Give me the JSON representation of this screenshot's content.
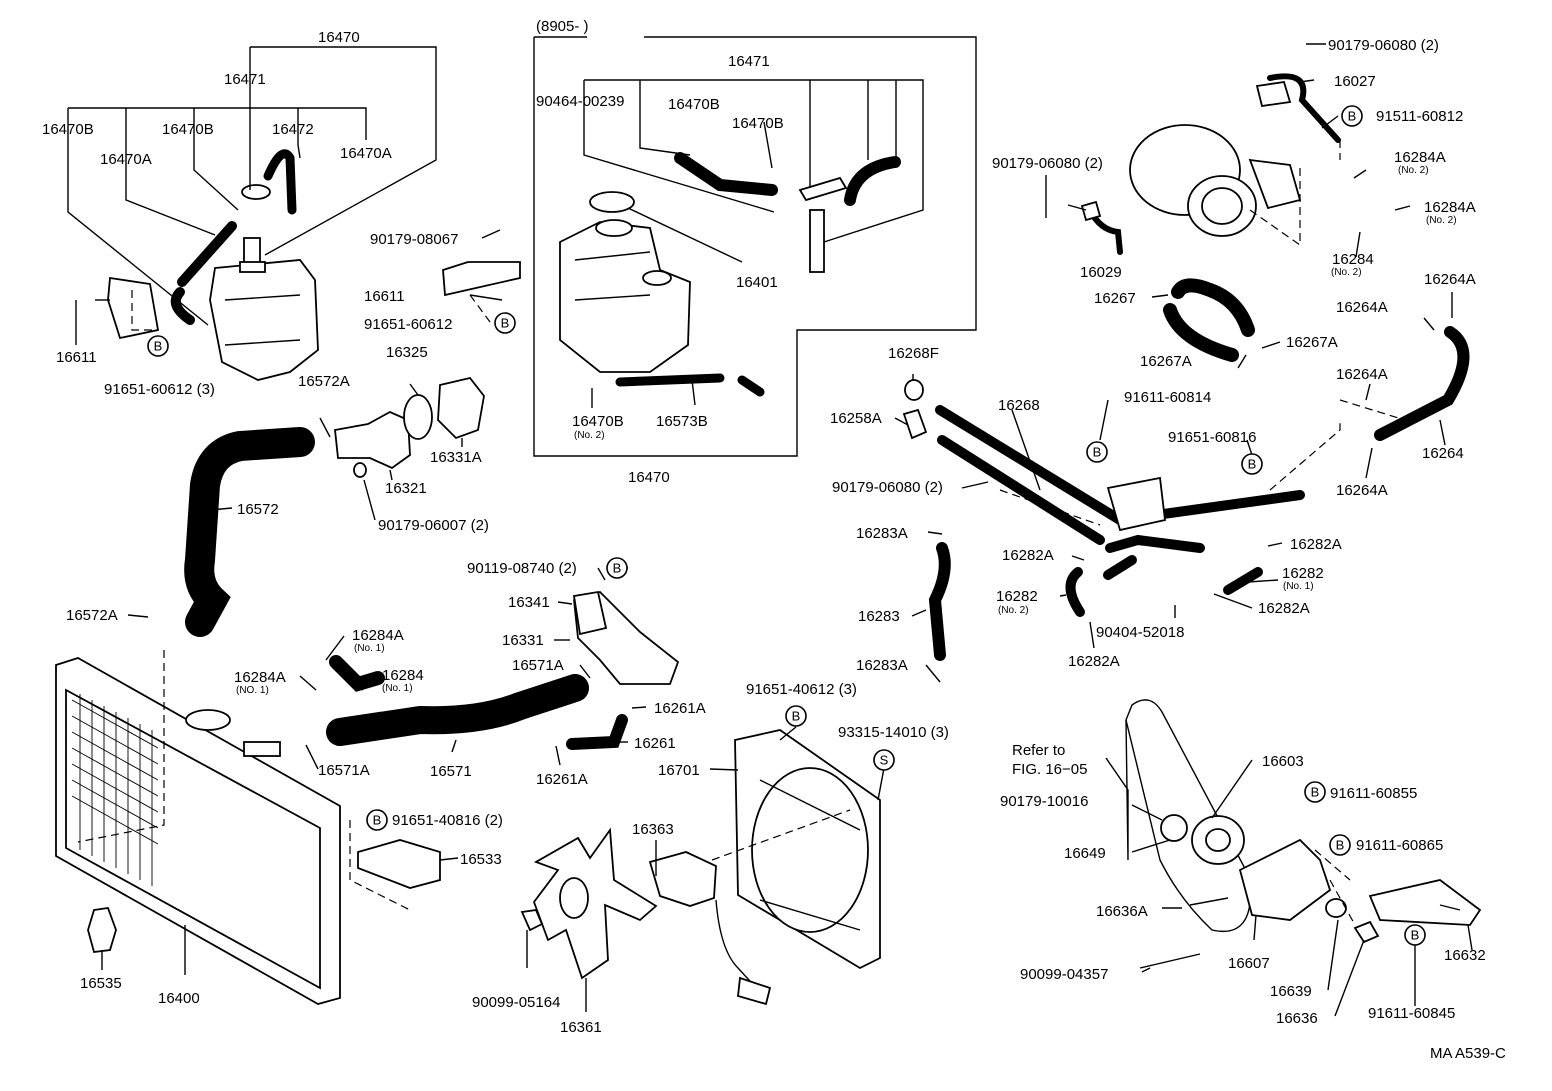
{
  "diagram": {
    "drawing_code": "MA A539-C",
    "frame_header": "(8905-        )",
    "reference_note": [
      "Refer to",
      "FIG. 16−05"
    ],
    "markers": {
      "b": "B",
      "s": "S"
    },
    "labels": {
      "l16470_top": "16470",
      "l16471_a": "16471",
      "l16470b_a": "16470B",
      "l16470b_b": "16470B",
      "l16472": "16472",
      "l16470a_a": "16470A",
      "l16470a_b": "16470A",
      "l16611_a": "16611",
      "l91651_60612_3": "91651-60612 (3)",
      "l90179_08067": "90179-08067",
      "l16611_b": "16611",
      "l91651_60612": "91651-60612",
      "l16325": "16325",
      "l16572a_a": "16572A",
      "l16331a": "16331A",
      "l16321": "16321",
      "l90179_06007": "90179-06007 (2)",
      "l16572": "16572",
      "l16572a_b": "16572A",
      "l16471_b": "16471",
      "l90464": "90464-00239",
      "l16470b_c": "16470B",
      "l16470b_d": "16470B",
      "l16401": "16401",
      "l16470b_e": "16470B",
      "no2_a": "(No. 2)",
      "l16573b": "16573B",
      "l16470_bottom": "16470",
      "l90179_06080_a": "90179-06080 (2)",
      "l16027": "16027",
      "l91511": "91511-60812",
      "l90179_06080_b": "90179-06080 (2)",
      "l16284a_a": "16284A",
      "no2_b": "(No. 2)",
      "l16284a_b": "16284A",
      "no2_c": "(No. 2)",
      "l16029": "16029",
      "l16284_top": "16284",
      "no2_d": "(No. 2)",
      "l16264a_a": "16264A",
      "l16264a_b": "16264A",
      "l16267": "16267",
      "l16267a_a": "16267A",
      "l16267a_b": "16267A",
      "l16268f": "16268F",
      "l16264a_c": "16264A",
      "l16258a": "16258A",
      "l16268": "16268",
      "l91611_60814": "91611-60814",
      "l91651_60816": "91651-60816",
      "l16264": "16264",
      "l16264a_d": "16264A",
      "l90179_06080_c": "90179-06080 (2)",
      "l16283a_a": "16283A",
      "l16282a_a": "16282A",
      "l16282a_b": "16282A",
      "l16282_a": "16282",
      "no1_a": "(No. 1)",
      "l16282_b": "16282",
      "no2_e": "(No. 2)",
      "l16282a_c": "16282A",
      "l90404": "90404-52018",
      "l16283": "16283",
      "l16282a_d": "16282A",
      "l16283a_b": "16283A",
      "l90119": "90119-08740 (2)",
      "l16341": "16341",
      "l16331": "16331",
      "l16571a_a": "16571A",
      "l16284a_c": "16284A",
      "no1_b": "(No. 1)",
      "l16284a_d": "16284A",
      "no1_c": "(NO. 1)",
      "l16284_mid": "16284",
      "no1_d": "(No. 1)",
      "l16261a_a": "16261A",
      "l16261": "16261",
      "l16261a_b": "16261A",
      "l16571a_b": "16571A",
      "l16571": "16571",
      "l91651_40612": "91651-40612 (3)",
      "l93315": "93315-14010 (3)",
      "l16701": "16701",
      "l91651_40816": "91651-40816 (2)",
      "l16533": "16533",
      "l16363": "16363",
      "l16535": "16535",
      "l16400": "16400",
      "l90099_05164": "90099-05164",
      "l16361": "16361",
      "l16603": "16603",
      "l90179_10016": "90179-10016",
      "l91611_60855": "91611-60855",
      "l16649": "16649",
      "l91611_60865": "91611-60865",
      "l16636a": "16636A",
      "l16607": "16607",
      "l16632": "16632",
      "l90099_04357": "90099-04357",
      "l16639": "16639",
      "l16636": "16636",
      "l91611_60845": "91611-60845"
    }
  }
}
